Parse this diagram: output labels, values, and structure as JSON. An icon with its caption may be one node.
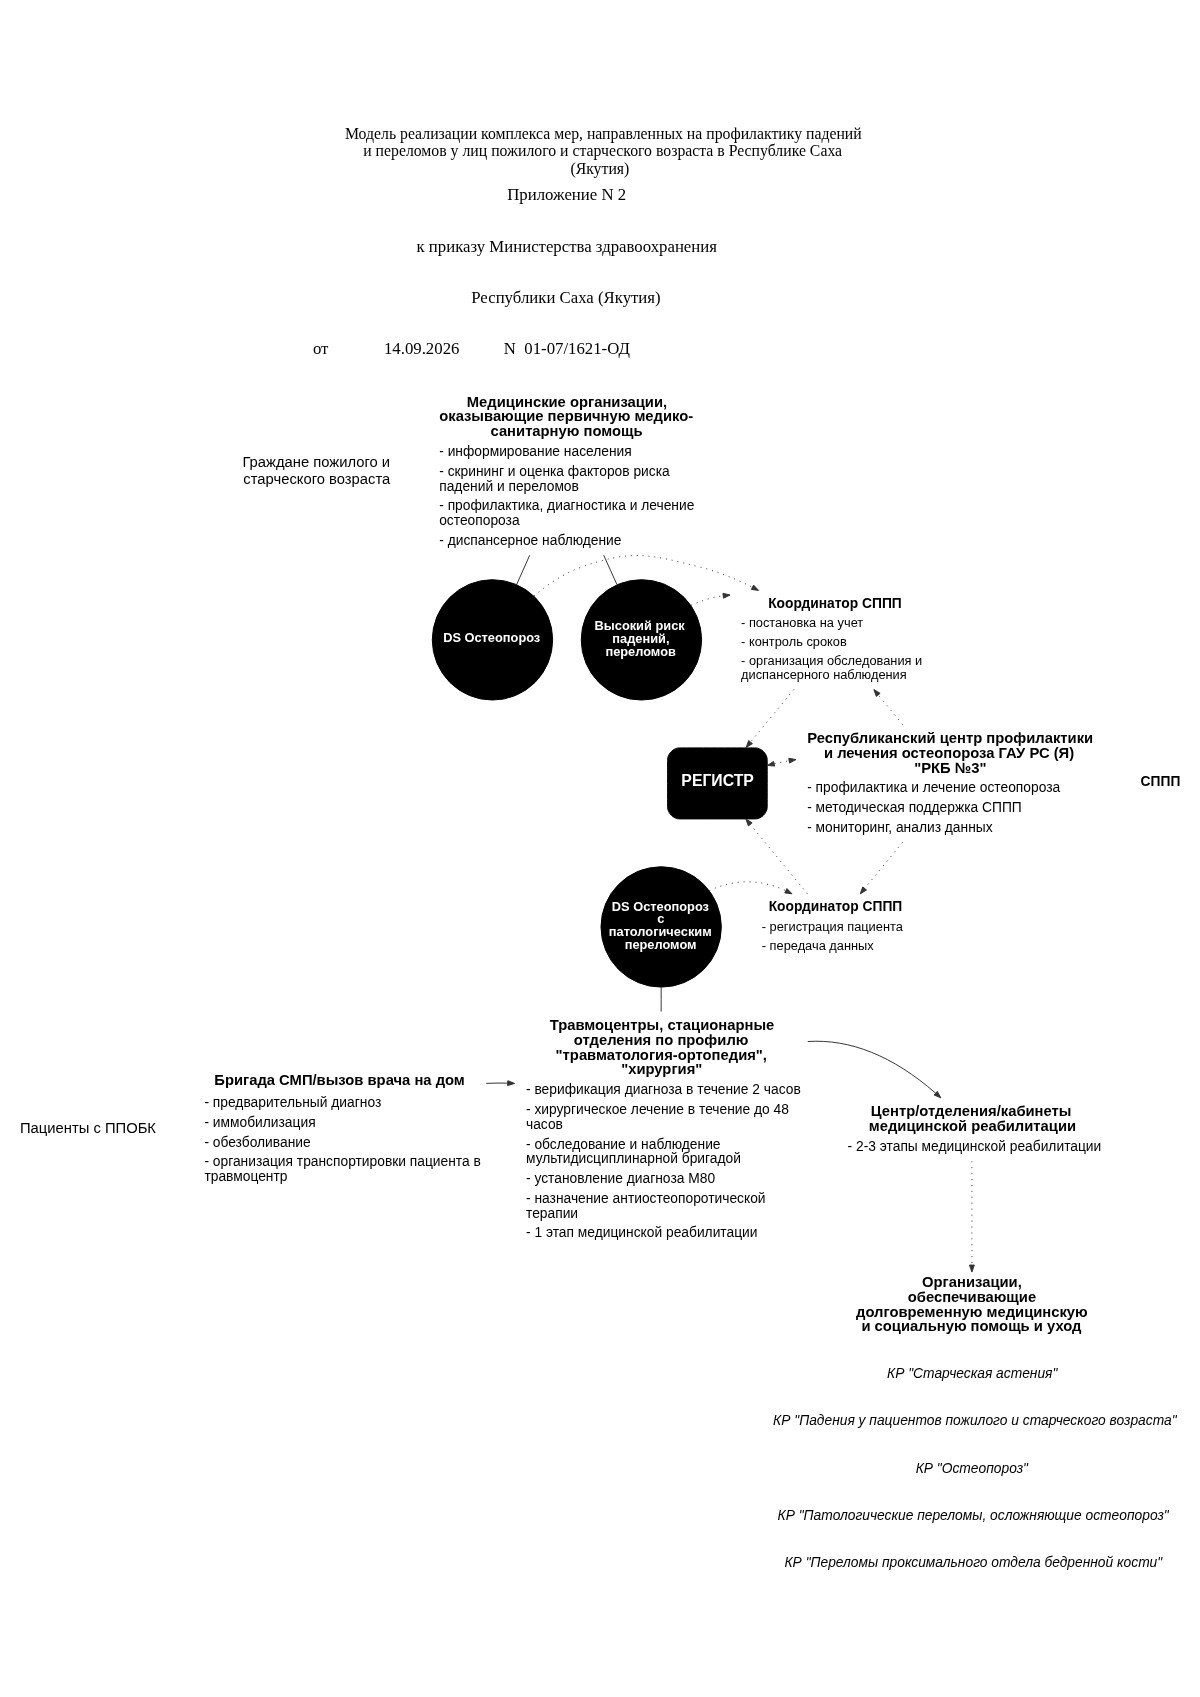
{
  "diagram": {
    "title": "Модель реализации комплекса мер, направленных на профилактику падений и переломов у лиц пожилого и старческого возраста в Республике Саха (Якутия)",
    "nodes": [
      {
        "text": [
          "Граждане пожилого и старческого возраста"
        ]
      },
      {
        "text": [
          "Медицинские организации, оказывающие первичную медико-санитарную помощь",
          "- информирование населения",
          "- скрининг и оценка факторов риска падений и переломов",
          "- профилактика, диагностика и лечение остеопороза",
          "- диспансерное наблюдение"
        ]
      },
      {
        "text": [
          "DS Остеопороз"
        ]
      },
      {
        "text": [
          "Высокий риск падений, переломов"
        ]
      },
      {
        "text": [
          "Координатор СППП",
          "- постановка на учет",
          "- контроль сроков",
          "- организация обследования и диспансерного наблюдения"
        ]
      },
      {
        "text": [
          "РЕГИСТР"
        ]
      },
      {
        "text": [
          "Республиканский центр профилактики и лечения остеопороза ГАУ РС (Я) \"РКБ №3\"",
          "- профилактика и лечение остеопороза",
          "- методическая поддержка СППП",
          "- мониторинг, анализ данных"
        ]
      },
      {
        "text": [
          "Пациенты с ППОБК"
        ]
      },
      {
        "text": [
          "Бригада СМП/вызов врача на дом",
          "- предварительный диагноз",
          "- иммобилизация",
          "- обезболивание",
          "- организация транспортировки пациента в травмоцентр"
        ]
      },
      {
        "text": [
          "Травмоцентры, стационарные отделения по профилю \"травматология-ортопедия\", \"хирургия\"",
          "- верификация диагноза в течение 2 часов",
          "- хирургическое лечение в течение до 48 часов",
          "- обследование и наблюдение мультидисциплинарной бригадой",
          "- установление диагноза М80",
          "- назначение антиостеопоротической терапии",
          "- 1 этап медицинской реабилитации"
        ]
      },
      {
        "text": [
          "DS Остеопороз с патологическим переломом"
        ]
      },
      {
        "text": [
          "Координатор СППП",
          "- регистрация пациента",
          "- передача данных"
        ]
      },
      {
        "text": [
          "Центр/отделения/кабинеты медицинской реабилитации",
          "- 2-3 этапы медицинской реабилитации"
        ]
      },
      {
        "text": [
          "Организации, обеспечивающие долговременную медицинскую и социальную помощь и уход"
        ]
      }
    ],
    "edges": [
      {
        "from": 1,
        "to": 2,
        "arrow": "none"
      },
      {
        "from": 1,
        "to": 3,
        "arrow": "none"
      },
      {
        "from": 2,
        "to": 4,
        "arrow": "to",
        "style": "dashed"
      },
      {
        "from": 3,
        "to": 4,
        "arrow": "to",
        "style": "dashed"
      },
      {
        "from": 6,
        "to": 4,
        "arrow": "to",
        "style": "dashed"
      },
      {
        "from": 4,
        "to": 5,
        "arrow": "to",
        "style": "dashed"
      },
      {
        "from": 5,
        "to": 6,
        "arrow": "both",
        "style": "dashed"
      },
      {
        "from": 10,
        "to": 11,
        "arrow": "to",
        "style": "dashed"
      },
      {
        "from": 6,
        "to": 11,
        "arrow": "to",
        "style": "dashed"
      },
      {
        "from": 11,
        "to": 5,
        "arrow": "to",
        "style": "dashed"
      },
      {
        "from": 10,
        "to": 9,
        "arrow": "none"
      },
      {
        "from": 8,
        "to": 9,
        "arrow": "to"
      },
      {
        "from": 9,
        "to": 12,
        "arrow": "to"
      },
      {
        "from": 12,
        "to": 13,
        "arrow": "to",
        "style": "dashed"
      }
    ],
    "labels": [
      "Приложение N 2",
      "к приказу Министерства здравоохранения",
      "Республики Саха (Якутия)",
      "от",
      "14.09.2026",
      "N  01-07/1621-ОД",
      "СППП",
      "КР \"Старческая астения\"",
      "КР \"Падения у пациентов пожилого и старческого возраста\"",
      "КР \"Остеопороз\"",
      "КР \"Патологические переломы, осложняющие остеопороз\"",
      "КР \"Переломы проксимального отдела бедренной кости\""
    ]
  }
}
